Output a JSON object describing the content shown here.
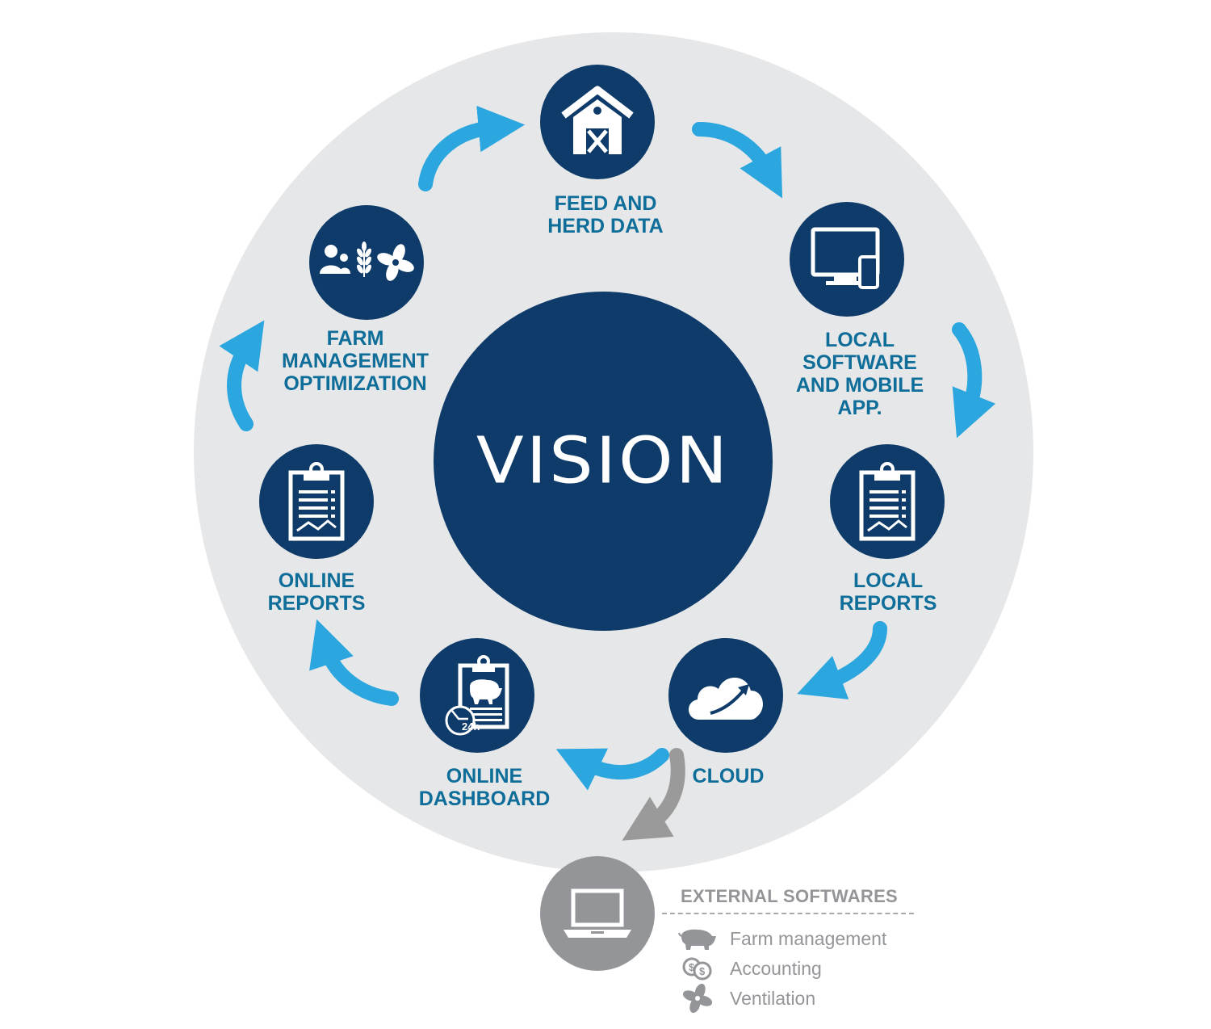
{
  "center": {
    "title": "VISION"
  },
  "nodes": {
    "feed_herd": {
      "label": [
        "FEED AND",
        "HERD DATA"
      ]
    },
    "local_software": {
      "label": [
        "LOCAL",
        "SOFTWARE",
        "AND MOBILE",
        "APP."
      ]
    },
    "local_reports": {
      "label": [
        "LOCAL",
        "REPORTS"
      ]
    },
    "cloud": {
      "label": [
        "CLOUD"
      ]
    },
    "online_dashboard": {
      "label": [
        "ONLINE",
        "DASHBOARD"
      ]
    },
    "online_reports": {
      "label": [
        "ONLINE",
        "REPORTS"
      ]
    },
    "farm_management": {
      "label": [
        "FARM",
        "MANAGEMENT",
        "OPTIMIZATION"
      ]
    }
  },
  "external": {
    "title": "EXTERNAL SOFTWARES",
    "items": [
      {
        "label": "Farm management",
        "icon": "pig-icon"
      },
      {
        "label": "Accounting",
        "icon": "coins-icon"
      },
      {
        "label": "Ventilation",
        "icon": "fan-icon"
      }
    ]
  },
  "colors": {
    "navy": "#0e3b6a",
    "label_blue": "#0e6d99",
    "arrow_blue": "#2ba6de",
    "light_gray": "#e6e7e8",
    "gray": "#939598"
  }
}
